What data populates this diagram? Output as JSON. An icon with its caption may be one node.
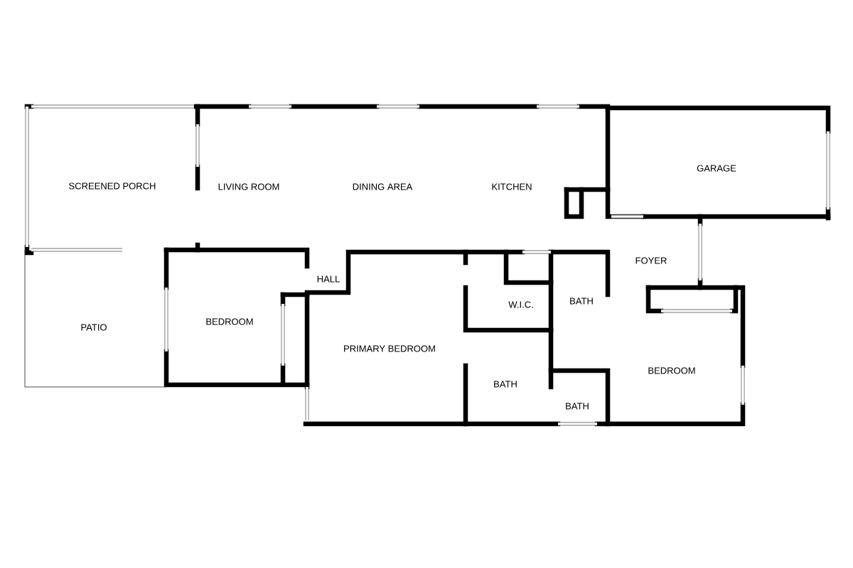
{
  "diagram": {
    "labels": [
      "GARAGE",
      "SCREENED PORCH",
      "LIVING ROOM",
      "DINING AREA",
      "KITCHEN",
      "FOYER",
      "HALL",
      "BATH",
      "W.I.C.",
      "BEDROOM",
      "PATIO",
      "PRIMARY BEDROOM",
      "BEDROOM",
      "BATH",
      "BATH"
    ]
  }
}
